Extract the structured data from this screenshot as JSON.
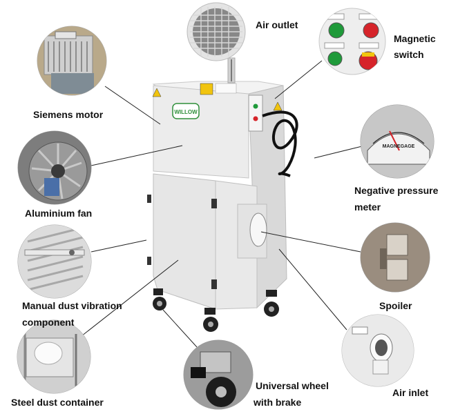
{
  "labels": {
    "air_outlet": "Air outlet",
    "magnetic_switch_1": "Magnetic",
    "magnetic_switch_2": "switch",
    "siemens_motor": "Siemens motor",
    "negative_pressure_1": "Negative pressure",
    "negative_pressure_2": "meter",
    "aluminium_fan": "Aluminium fan",
    "manual_dust_1": "Manual dust vibration",
    "manual_dust_2": "component",
    "spoiler": "Spoiler",
    "air_inlet": "Air inlet",
    "steel_dust_container": "Steel dust container",
    "universal_wheel_1": "Universal wheel",
    "universal_wheel_2": "with brake"
  },
  "machine": {
    "logo_text": "WILLOW",
    "gauge_text": "MAGNEGAGE"
  },
  "colors": {
    "cabinet": "#e9e9e9",
    "cabinet_shade": "#d6d6d6",
    "callout_line": "#222222",
    "button_green": "#1f9a3a",
    "button_red": "#d6242a",
    "logo_green": "#2f8f3a",
    "warning_yellow": "#f1c40f"
  }
}
